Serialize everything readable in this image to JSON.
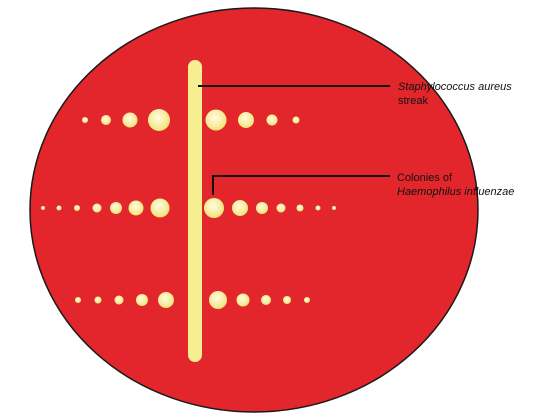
{
  "colors": {
    "plate": "#e2262b",
    "plate_outline": "#1a1a1a",
    "streak": "#f6ef92",
    "colony_center": "#fffde6",
    "colony_edge": "#f2e376",
    "leader_line": "#111111"
  },
  "labels": {
    "streak": {
      "line1": "Staphylococcus aureus",
      "line2": "streak"
    },
    "colonies": {
      "line1": "Colonies of",
      "line2": "Haemophilus influenzae"
    }
  },
  "colony_rows": [
    {
      "name": "top-row"
    },
    {
      "name": "middle-row"
    },
    {
      "name": "bottom-row"
    }
  ]
}
